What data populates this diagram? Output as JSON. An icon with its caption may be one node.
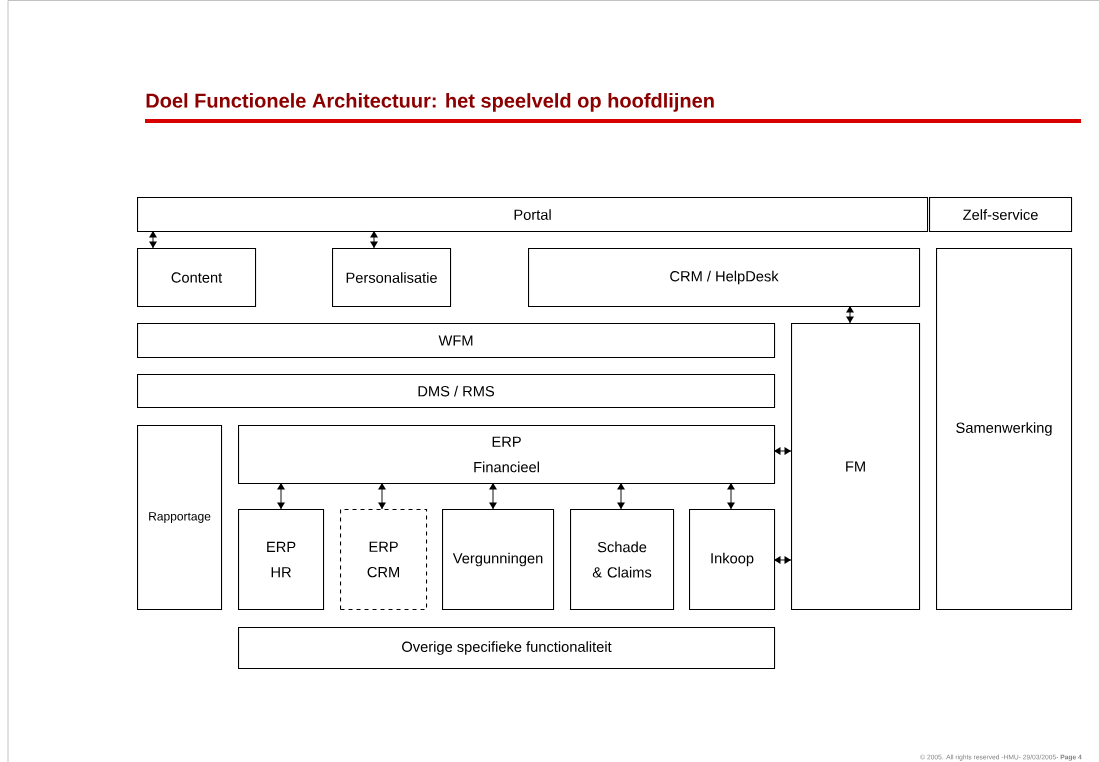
{
  "diagram": {
    "title": "Doel Functionele Architectuur: het speelveld op hoofdlijnen",
    "nodes": [
      {
        "text": [
          "Portal"
        ]
      },
      {
        "text": [
          "Zelf-service"
        ]
      },
      {
        "text": [
          "Content"
        ]
      },
      {
        "text": [
          "Personalisatie"
        ]
      },
      {
        "text": [
          "CRM / HelpDesk"
        ]
      },
      {
        "text": [
          "Samenwerking"
        ]
      },
      {
        "text": [
          "WFM"
        ]
      },
      {
        "text": [
          "DMS / RMS"
        ]
      },
      {
        "text": [
          "FM"
        ]
      },
      {
        "text": [
          "Rapportage"
        ]
      },
      {
        "text": [
          "ERP Financieel"
        ]
      },
      {
        "text": [
          "ERP HR"
        ]
      },
      {
        "text": [
          "ERP CRM"
        ]
      },
      {
        "text": [
          "Vergunningen"
        ]
      },
      {
        "text": [
          "Schade & Claims"
        ]
      },
      {
        "text": [
          "Inkoop"
        ]
      },
      {
        "text": [
          "Overige specifieke functionaliteit"
        ]
      }
    ],
    "edges": [
      {
        "from": 0,
        "to": 2,
        "arrow": "both"
      },
      {
        "from": 0,
        "to": 3,
        "arrow": "both"
      },
      {
        "from": 4,
        "to": 8,
        "arrow": "both"
      },
      {
        "from": 10,
        "to": 8,
        "arrow": "both"
      },
      {
        "from": 10,
        "to": 11,
        "arrow": "both"
      },
      {
        "from": 10,
        "to": 12,
        "arrow": "both"
      },
      {
        "from": 10,
        "to": 13,
        "arrow": "both"
      },
      {
        "from": 10,
        "to": 14,
        "arrow": "both"
      },
      {
        "from": 10,
        "to": 15,
        "arrow": "both"
      },
      {
        "from": 15,
        "to": 8,
        "arrow": "both"
      }
    ],
    "labels": [
      "© 2005. All rights reserved -HMU- 29/03/2005- **Page 4**"
    ]
  }
}
